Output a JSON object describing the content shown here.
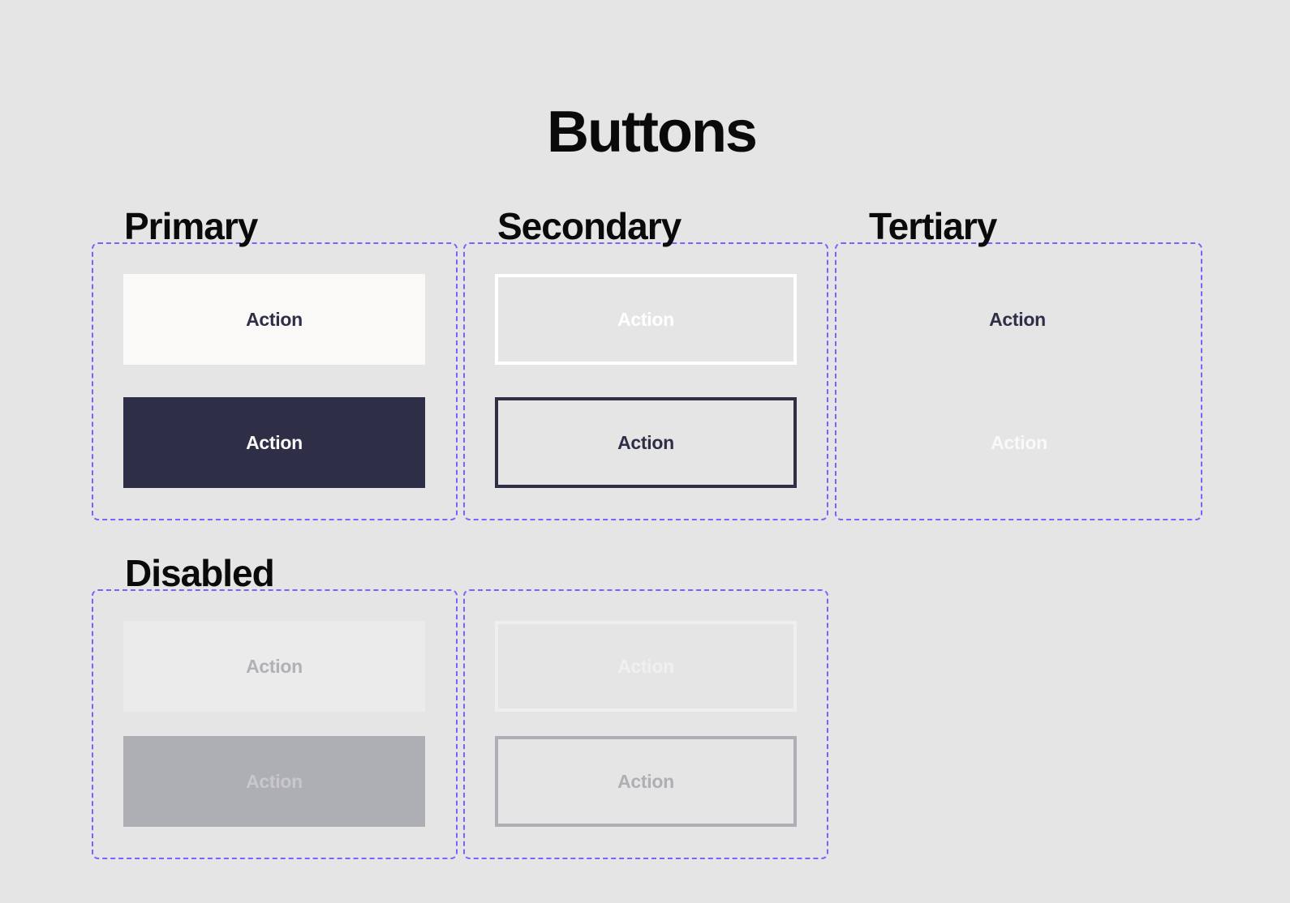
{
  "title": "Buttons",
  "sections": {
    "primary": {
      "heading": "Primary",
      "buttons": [
        "Action",
        "Action"
      ]
    },
    "secondary": {
      "heading": "Secondary",
      "buttons": [
        "Action",
        "Action"
      ]
    },
    "tertiary": {
      "heading": "Tertiary",
      "buttons": [
        "Action",
        "Action"
      ]
    },
    "disabled": {
      "heading": "Disabled",
      "primary_buttons": [
        "Action",
        "Action"
      ],
      "secondary_buttons": [
        "Action",
        "Action"
      ]
    }
  },
  "colors": {
    "background": "#e5e5e5",
    "dark": "#2e2f47",
    "light": "#faf9f7",
    "guide": "#7b61ff",
    "disabled": "#aeafb4"
  }
}
